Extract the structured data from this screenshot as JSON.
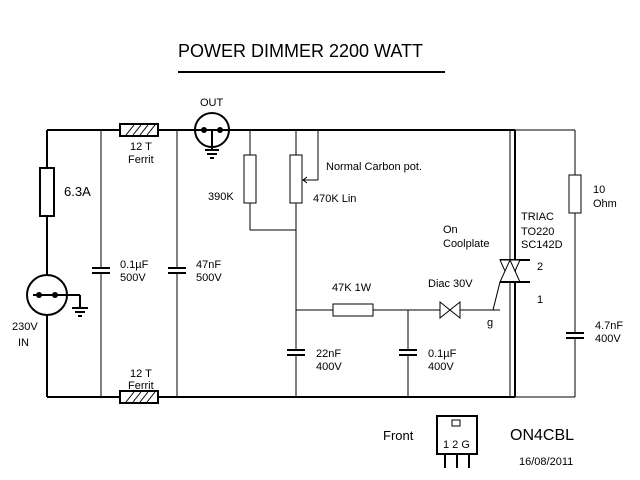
{
  "title": "POWER  DIMMER  2200 WATT",
  "labels": {
    "out": "OUT",
    "fuse": "6.3A",
    "input_voltage": "230V",
    "input_label": "IN",
    "ferrit_top_turns": "12 T",
    "ferrit_top_label": "Ferrit",
    "ferrit_bottom_turns": "12 T",
    "ferrit_bottom_label": "Ferrit",
    "c1_value": "0.1µF",
    "c1_voltage": "500V",
    "c2_value": "47nF",
    "c2_voltage": "500V",
    "r_390k": "390K",
    "pot_value": "470K Lin",
    "pot_note": "Normal Carbon pot.",
    "r_47k": "47K  1W",
    "diac": "Diac 30V",
    "c3_value": "22nF",
    "c3_voltage": "400V",
    "c4_value": "0.1µF",
    "c4_voltage": "400V",
    "on_label": "On",
    "coolplate_label": "Coolplate",
    "triac_title": "TRIAC",
    "triac_package": "TO220",
    "triac_part": "SC142D",
    "triac_pin2": "2",
    "triac_pin1": "1",
    "triac_gate": "g",
    "snubber_r_value": "10",
    "snubber_r_unit": "Ohm",
    "snubber_c_value": "4.7nF",
    "snubber_c_voltage": "400V",
    "front_label": "Front",
    "package_pins": "1 2 G",
    "callsign": "ON4CBL",
    "date": "16/08/2011"
  }
}
